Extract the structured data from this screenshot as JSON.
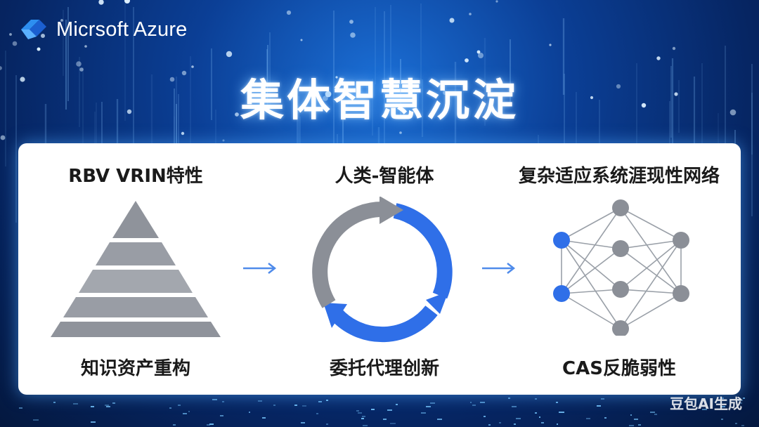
{
  "brand": {
    "name": "Micrsoft Azure",
    "logo_icon": "azure-logo-icon",
    "logo_color": "#2d8ef0"
  },
  "title": "集体智慧沉淀",
  "columns": [
    {
      "heading": "RBV VRIN特性",
      "caption": "知识资产重构",
      "graphic": "pyramid",
      "layers": 5
    },
    {
      "heading": "人类-智能体",
      "caption": "委托代理创新",
      "graphic": "cycle-arrows"
    },
    {
      "heading": "复杂适应系统涯现性网络",
      "caption": "CAS反脆弱性",
      "graphic": "network"
    }
  ],
  "connectors": [
    "arrow-right-icon",
    "arrow-right-icon"
  ],
  "watermark": "豆包AI生成",
  "colors": {
    "accent_blue": "#2f6fe8",
    "gray": "#8b8f97",
    "panel": "#ffffff",
    "heading_text": "#1a1a1a"
  }
}
